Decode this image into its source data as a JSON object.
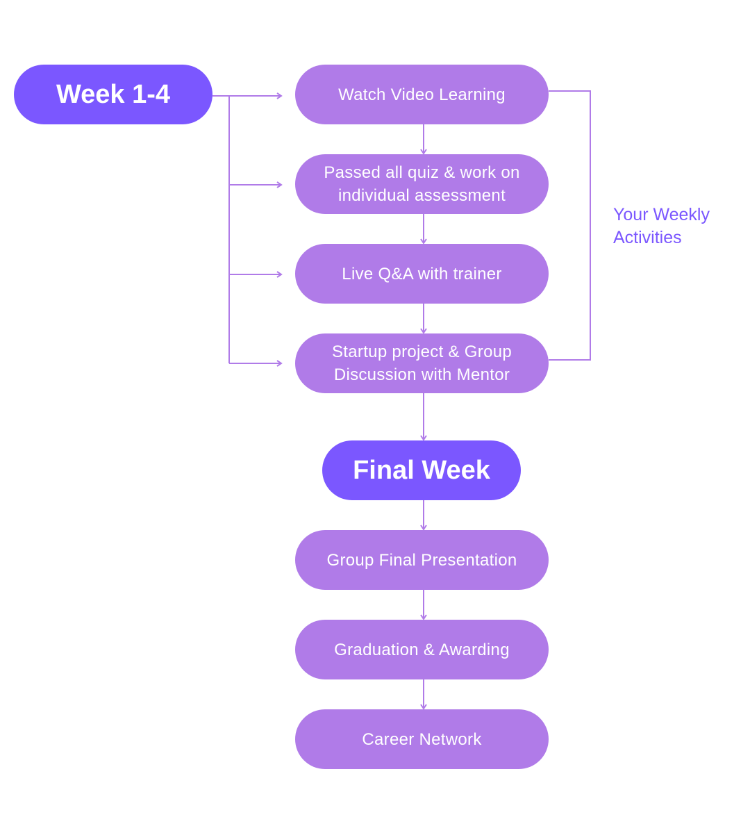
{
  "colors": {
    "major_fill": "#7B57FF",
    "step_fill": "#B07BE8",
    "connector": "#B07BE8",
    "label_text": "#7B57FF",
    "node_text": "#FFFFFF"
  },
  "phases": {
    "weeks": {
      "label": "Week 1-4"
    },
    "final": {
      "label": "Final Week"
    }
  },
  "weekly_steps": [
    {
      "label": "Watch Video Learning"
    },
    {
      "label": "Passed all quiz & work on individual assessment"
    },
    {
      "label": "Live Q&A with trainer"
    },
    {
      "label": "Startup project & Group Discussion with Mentor"
    }
  ],
  "final_steps": [
    {
      "label": "Group Final Presentation"
    },
    {
      "label": "Graduation & Awarding"
    },
    {
      "label": "Career Network"
    }
  ],
  "weekly_bracket_label": "Your Weekly Activities"
}
